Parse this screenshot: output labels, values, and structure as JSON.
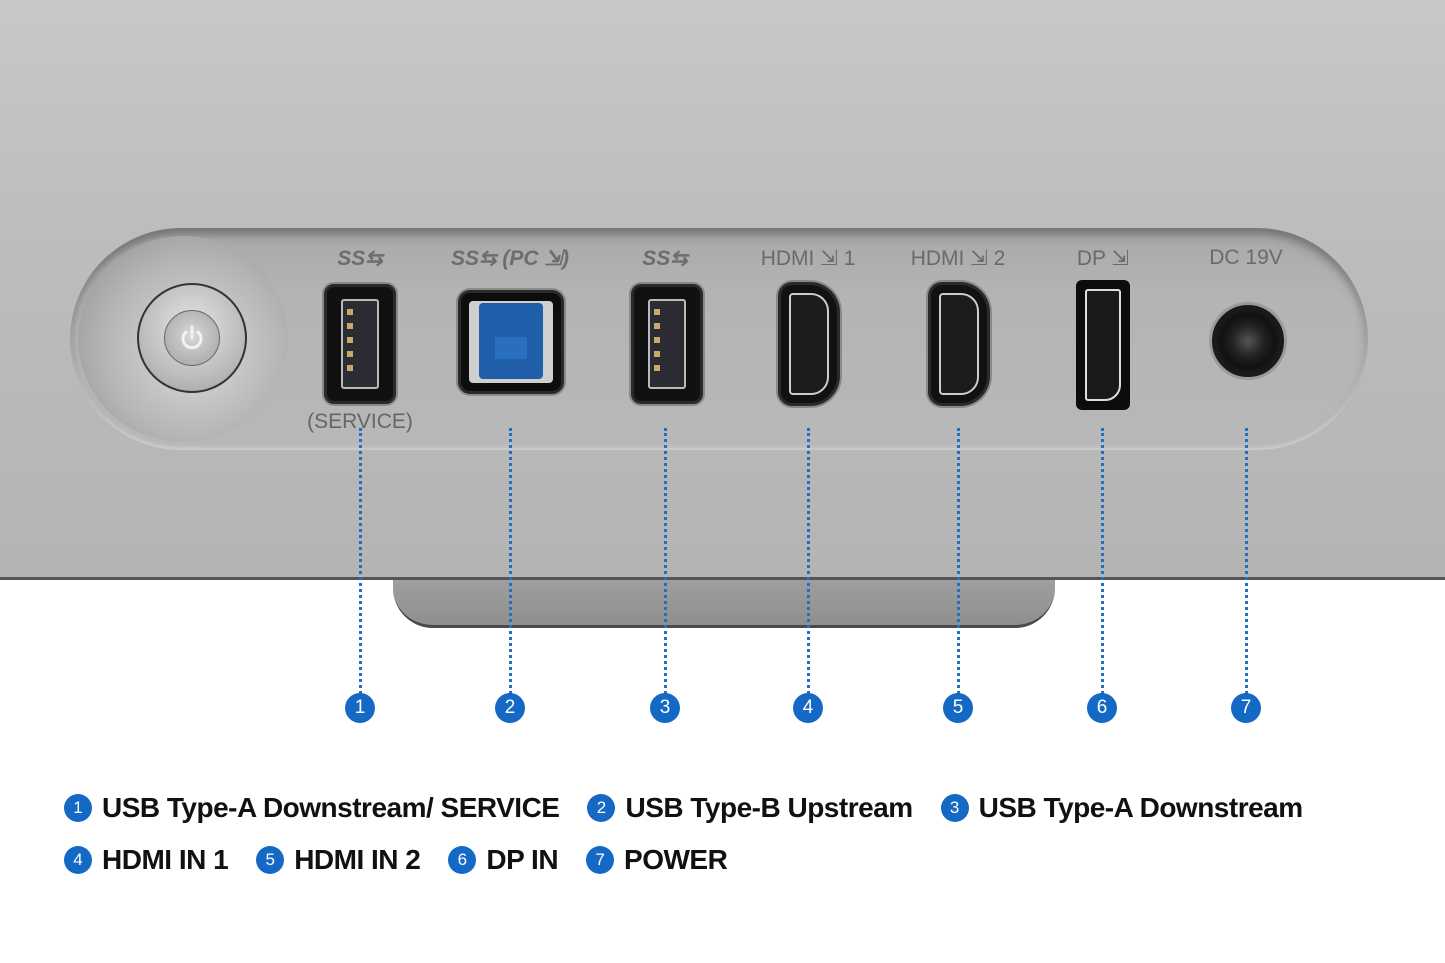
{
  "image": {
    "subject": "Monitor rear I/O port panel",
    "colors": {
      "accent": "#1369c4",
      "panel": "#b8b8b8",
      "text": "#111111",
      "engraving": "#6a6a6a"
    }
  },
  "ports": [
    {
      "num": "1",
      "top_label": "SS⇆",
      "sub_label": "(SERVICE)",
      "type": "usb-a"
    },
    {
      "num": "2",
      "top_label": "SS⇆ (PC ⇲)",
      "type": "usb-b"
    },
    {
      "num": "3",
      "top_label": "SS⇆",
      "type": "usb-a"
    },
    {
      "num": "4",
      "top_label": "HDMI ⇲ 1",
      "type": "hdmi"
    },
    {
      "num": "5",
      "top_label": "HDMI ⇲ 2",
      "type": "hdmi"
    },
    {
      "num": "6",
      "top_label": "DP ⇲",
      "type": "dp"
    },
    {
      "num": "7",
      "top_label": "DC 19V",
      "type": "dc"
    }
  ],
  "power_button": {
    "icon": "power-icon"
  },
  "legend": {
    "row1": [
      {
        "num": "1",
        "label": "USB Type-A Downstream/ SERVICE"
      },
      {
        "num": "2",
        "label": "USB Type-B Upstream"
      },
      {
        "num": "3",
        "label": "USB Type-A Downstream"
      }
    ],
    "row2": [
      {
        "num": "4",
        "label": "HDMI IN 1"
      },
      {
        "num": "5",
        "label": "HDMI IN 2"
      },
      {
        "num": "6",
        "label": "DP IN"
      },
      {
        "num": "7",
        "label": "POWER"
      }
    ]
  }
}
